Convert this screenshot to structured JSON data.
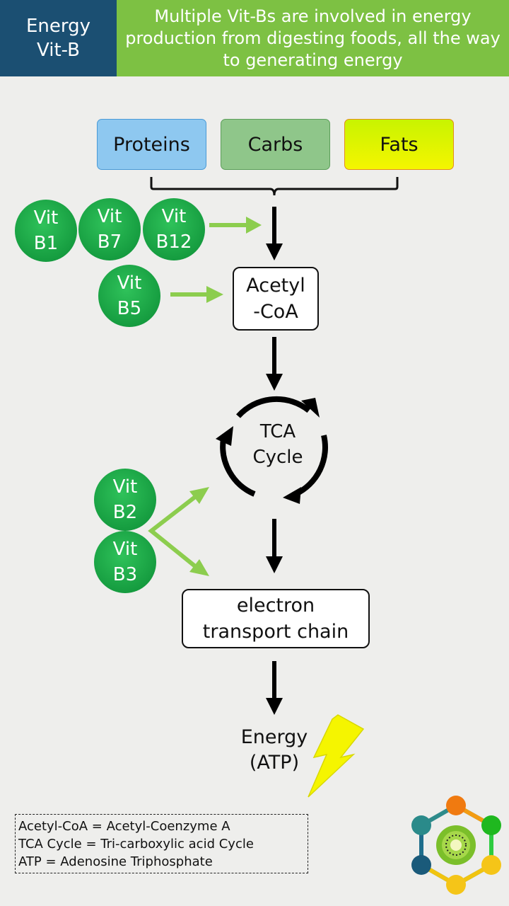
{
  "header": {
    "tag_line1": "Energy",
    "tag_line2": "Vit-B",
    "title": "Multiple Vit-Bs are involved in energy production from digesting foods, all the way to generating energy"
  },
  "foods": {
    "proteins": "Proteins",
    "carbs": "Carbs",
    "fats": "Fats"
  },
  "vitamins": {
    "b1": {
      "line1": "Vit",
      "line2": "B1"
    },
    "b7": {
      "line1": "Vit",
      "line2": "B7"
    },
    "b12": {
      "line1": "Vit",
      "line2": "B12"
    },
    "b5": {
      "line1": "Vit",
      "line2": "B5"
    },
    "b2": {
      "line1": "Vit",
      "line2": "B2"
    },
    "b3": {
      "line1": "Vit",
      "line2": "B3"
    }
  },
  "nodes": {
    "acetyl_line1": "Acetyl",
    "acetyl_line2": "-CoA",
    "tca_line1": "TCA",
    "tca_line2": "Cycle",
    "etc_line1": "electron",
    "etc_line2": "transport chain",
    "energy_line1": "Energy",
    "energy_line2": "(ATP)"
  },
  "legend": {
    "line1": "Acetyl-CoA = Acetyl-Coenzyme A",
    "line2": "TCA Cycle = Tri-carboxylic acid Cycle",
    "line3": "ATP = Adenosine Triphosphate"
  },
  "colors": {
    "header_left": "#1b4f72",
    "header_right": "#7dc143",
    "vitamin": "#149a3e",
    "green_arrow": "#8ccd4e",
    "lightning": "#f5f500"
  },
  "icons": [
    "lightning-icon",
    "logo-hexagon-icon"
  ]
}
